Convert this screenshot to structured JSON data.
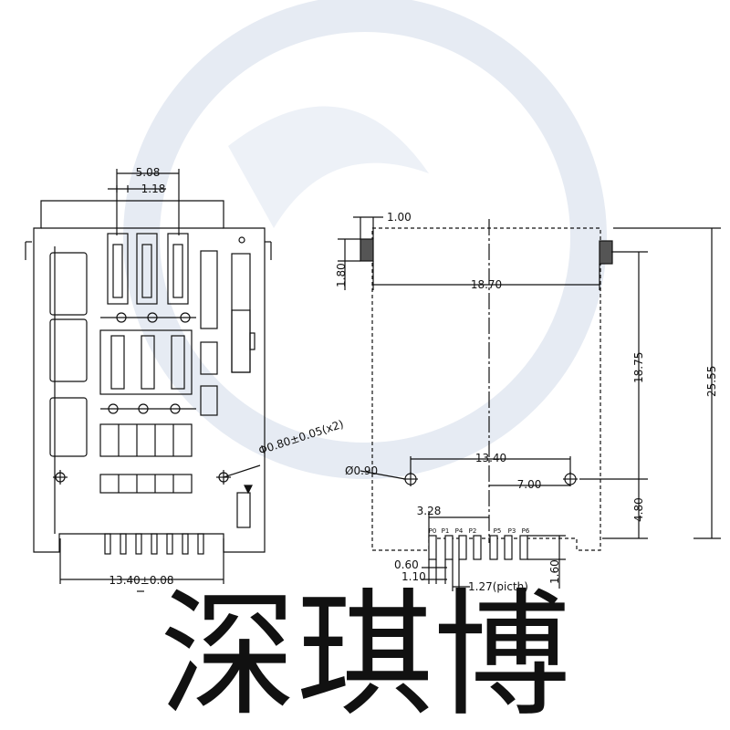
{
  "colors": {
    "line": "#111111",
    "watermark": "#e6ebf3",
    "background": "#ffffff"
  },
  "watermark": {
    "text": "深琪博",
    "icon": "logo-watermark"
  },
  "left_view": {
    "dims": {
      "top_width": "5.08",
      "top_offset": "1.18",
      "hole": "Φ0.80±0.05(x2)",
      "bottom_width": "13.40±0.08"
    }
  },
  "right_view": {
    "dims": {
      "pad_width": "1.00",
      "pad_height": "1.80",
      "pad_span": "18.70",
      "inner_height": "18.75",
      "total_height": "25.55",
      "hole_dia": "Ø0.90",
      "hole_span": "13.40",
      "hole_offset": "7.00",
      "pin_offset": "3.28",
      "bottom_height": "4.80",
      "pin_width": "0.60",
      "pin_step": "1.10",
      "pitch": "1.27(picth)",
      "pin_length": "1.60"
    },
    "pins": [
      "P0",
      "P1",
      "P4",
      "P2",
      "P5",
      "P3",
      "P6"
    ]
  }
}
